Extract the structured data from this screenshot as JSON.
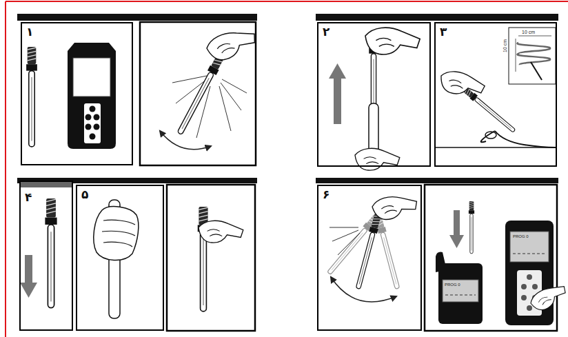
{
  "diagram": {
    "nodes": [
      {
        "text": [
          "۱"
        ]
      },
      {
        "text": [
          "۲"
        ]
      },
      {
        "text": [
          "۳"
        ]
      },
      {
        "text": [
          "۴"
        ]
      },
      {
        "text": [
          "۵"
        ]
      },
      {
        "text": [
          "۶"
        ]
      }
    ],
    "labels": [
      "10 cm",
      "10 cm",
      "PROG 0",
      "PROG 0"
    ]
  }
}
